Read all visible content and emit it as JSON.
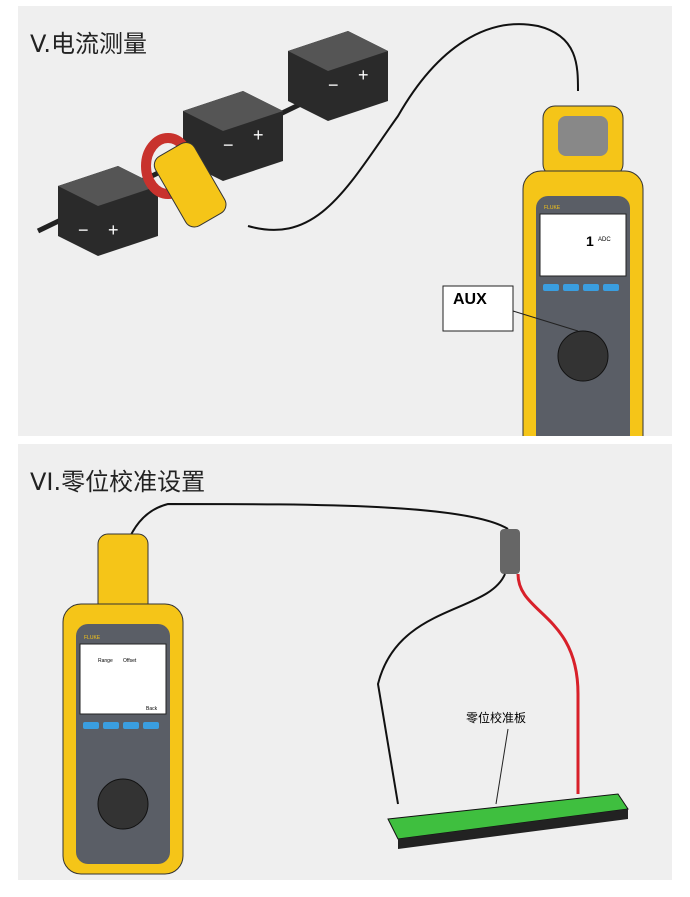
{
  "section1": {
    "title": "V.电流测量",
    "aux_label": "AUX",
    "screen_value": "1",
    "screen_unit": "ADC",
    "brand": "FLUKE"
  },
  "section2": {
    "title": "VI.零位校准设置",
    "plate_label": "零位校准板",
    "brand": "FLUKE",
    "screen_rows": [
      "Range",
      "Offset"
    ],
    "softkey": "Back"
  },
  "colors": {
    "meter_yellow": "#f5c518",
    "meter_body": "#5a5e66",
    "plate_green": "#3fbf3f",
    "clamp_red": "#c8322d",
    "lead_red": "#d8202a"
  }
}
